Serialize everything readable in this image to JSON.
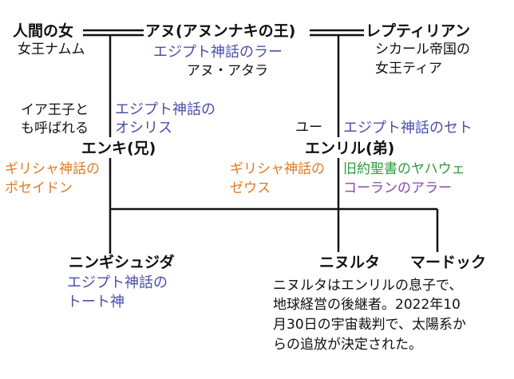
{
  "colors": {
    "line": "#111111",
    "egypt": "#4a4fa8",
    "greek": "#e07a22",
    "old_testament": "#2e9a3e",
    "quran": "#8a47b0"
  },
  "nodes": {
    "human_woman": {
      "name": "人間の女",
      "sub": "女王ナムム"
    },
    "anu": {
      "name": "アヌ(アヌンナキの王)",
      "egypt": "エジプト神話のラー",
      "alias": "アヌ・アタラ"
    },
    "reptilian": {
      "name": "レプティリアン",
      "sub1": "シカール帝国の",
      "sub2": "女王ティア"
    },
    "enki": {
      "name": "エンキ(兄)",
      "alias1": "イア王子と",
      "alias2": "も呼ばれる",
      "egypt1": "エジプト神話の",
      "egypt2": "オシリス",
      "greek1": "ギリシャ神話の",
      "greek2": "ポセイドン"
    },
    "enlil": {
      "name": "エンリル(弟)",
      "alias": "ユー",
      "egypt": "エジプト神話のセト",
      "greek1": "ギリシャ神話の",
      "greek2": "ゼウス",
      "old_testament": "旧約聖書のヤハウェ",
      "quran": "コーランのアラー"
    },
    "ningishzida": {
      "name": "ニンギシュジダ",
      "egypt1": "エジプト神話の",
      "egypt2": "トート神"
    },
    "ninurta": {
      "name": "ニヌルタ",
      "note": [
        "ニヌルタはエンリルの息子で、",
        "地球経営の後継者。2022年10",
        "月30日の宇宙裁判で、太陽系か",
        "らの追放が決定された。"
      ]
    },
    "marduk": {
      "name": "マードック"
    }
  }
}
